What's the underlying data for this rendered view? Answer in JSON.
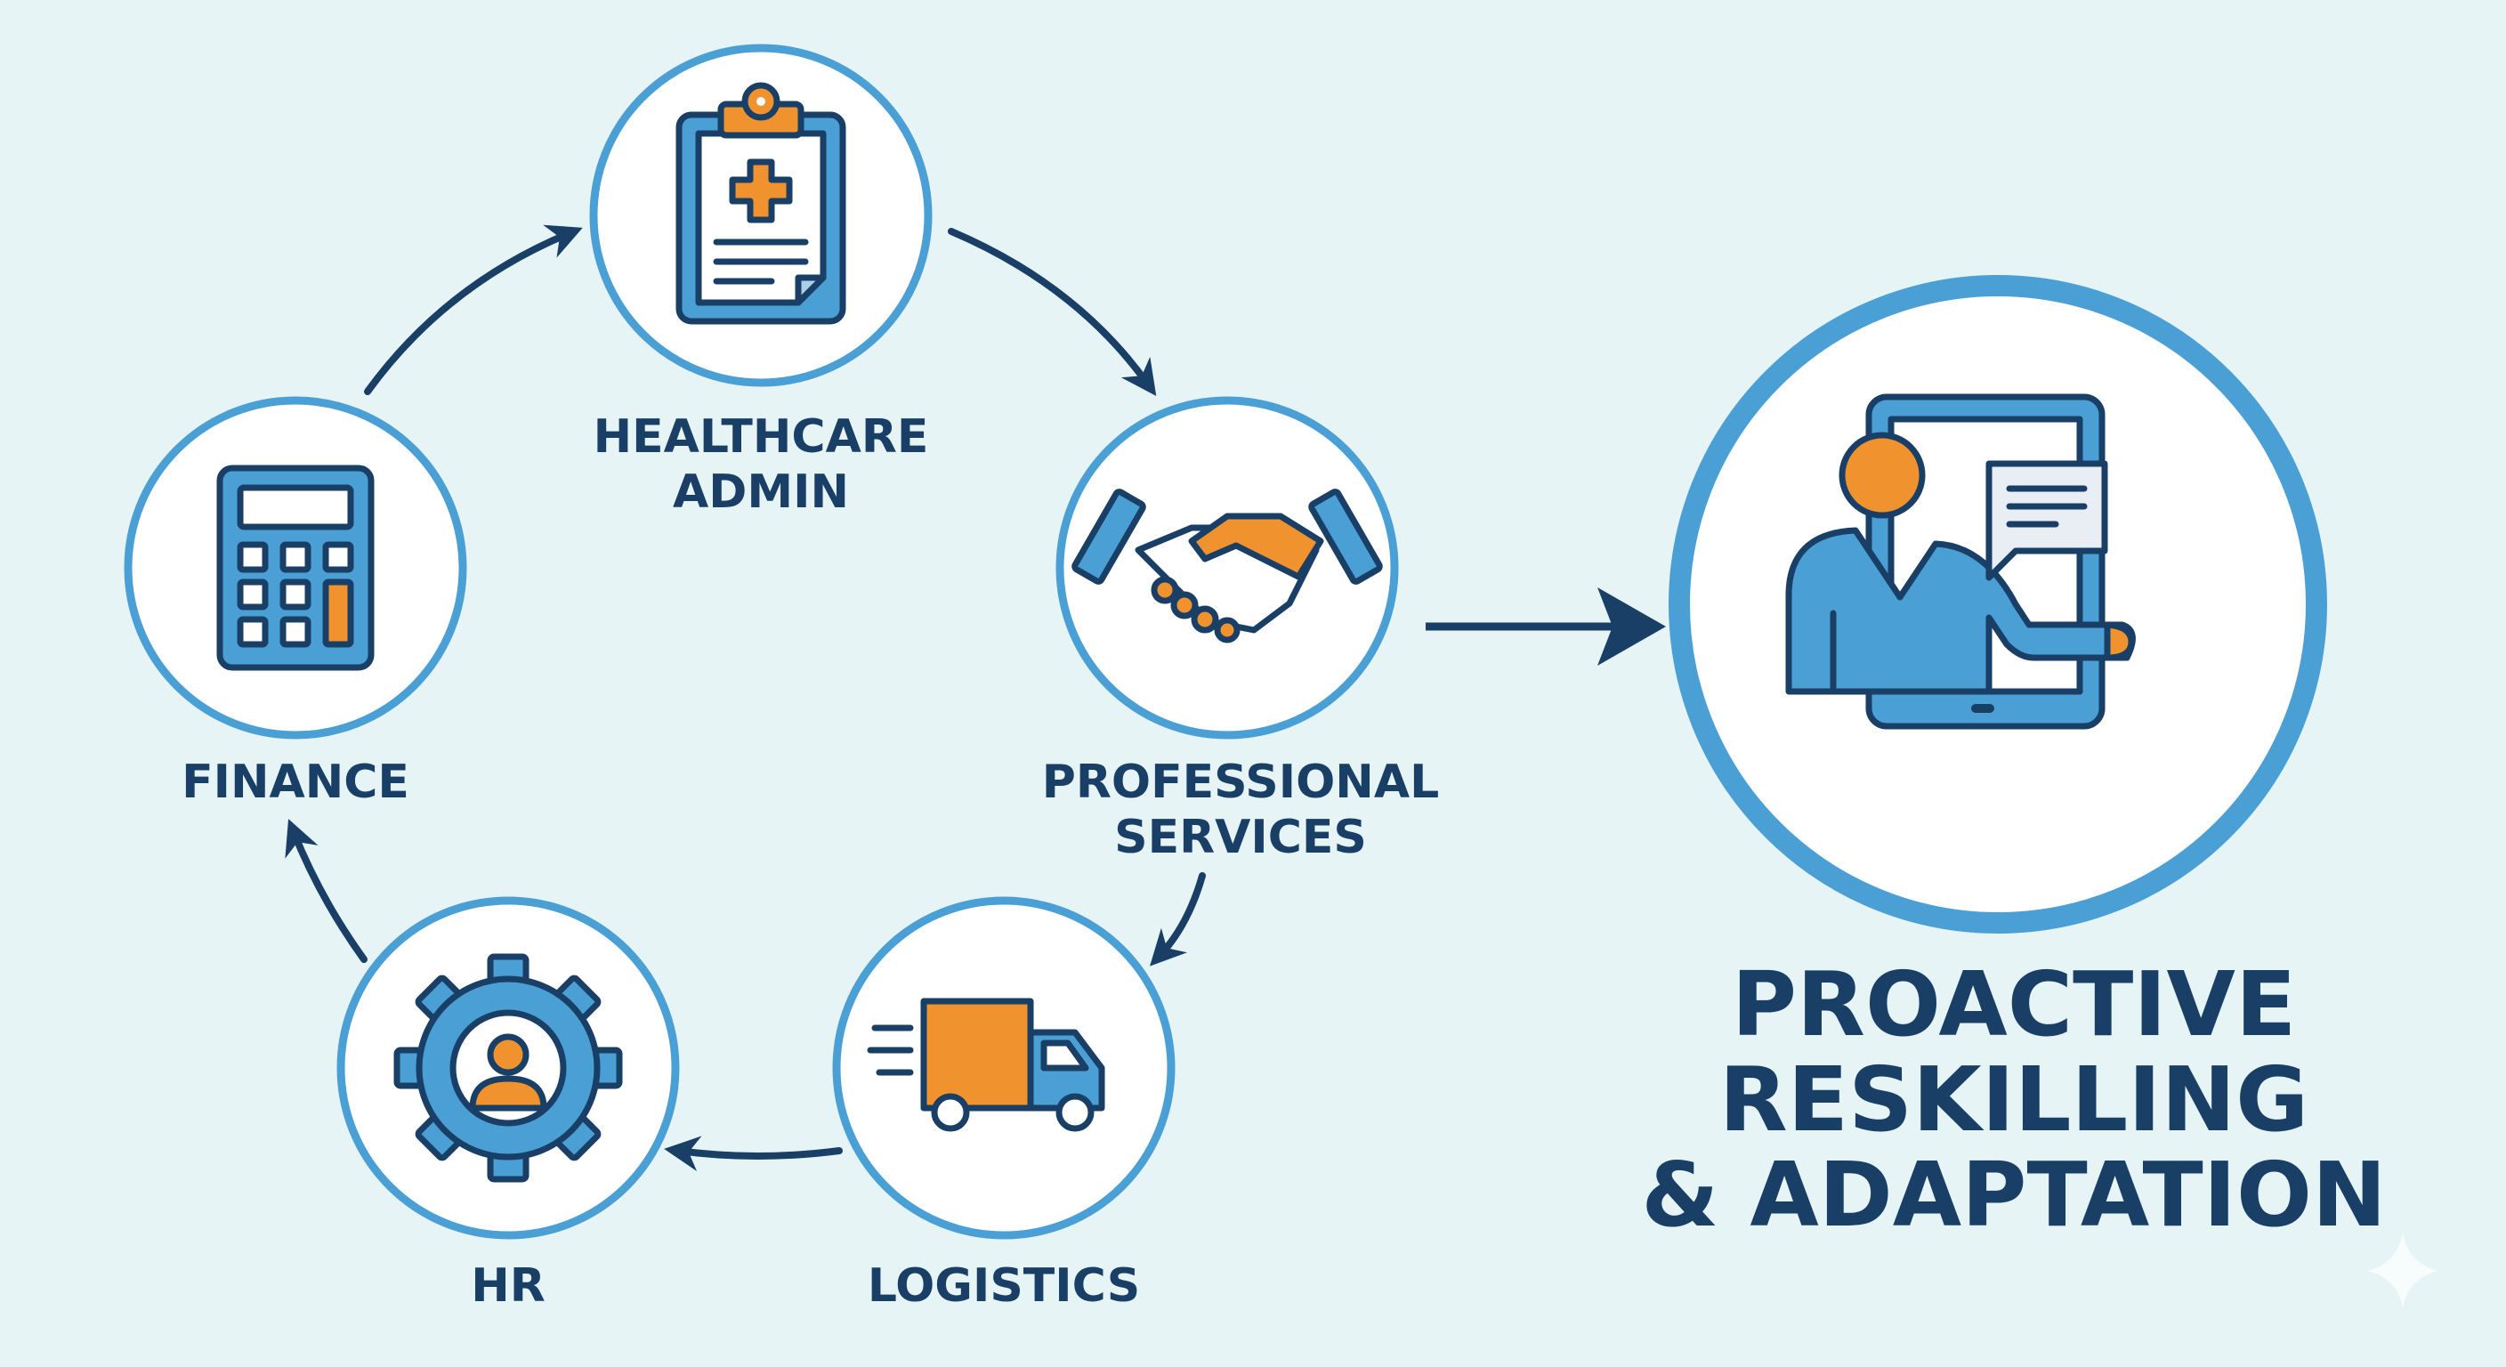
{
  "diagram": {
    "nodes": [
      {
        "id": "healthcare",
        "label_lines": [
          "HEALTHCARE",
          "ADMIN"
        ],
        "icon": "clipboard-medical-icon"
      },
      {
        "id": "professional",
        "label_lines": [
          "PROFESSIONAL",
          "SERVICES"
        ],
        "icon": "handshake-icon"
      },
      {
        "id": "logistics",
        "label_lines": [
          "LOGISTICS"
        ],
        "icon": "delivery-truck-icon"
      },
      {
        "id": "hr",
        "label_lines": [
          "HR"
        ],
        "icon": "gear-person-icon"
      },
      {
        "id": "finance",
        "label_lines": [
          "FINANCE"
        ],
        "icon": "calculator-icon"
      }
    ],
    "cycle_order": [
      "finance",
      "healthcare",
      "professional",
      "logistics",
      "hr",
      "finance"
    ],
    "outcome": {
      "label_lines": [
        "PROACTIVE",
        "RESKILLING",
        "& ADAPTATION"
      ],
      "icon": "tablet-presenter-icon"
    },
    "colors": {
      "background": "#e6f4f6",
      "ring": "#4a9fd4",
      "navy": "#1a3f66",
      "orange": "#f0922e",
      "fill_blue": "#4a9fd4"
    }
  }
}
